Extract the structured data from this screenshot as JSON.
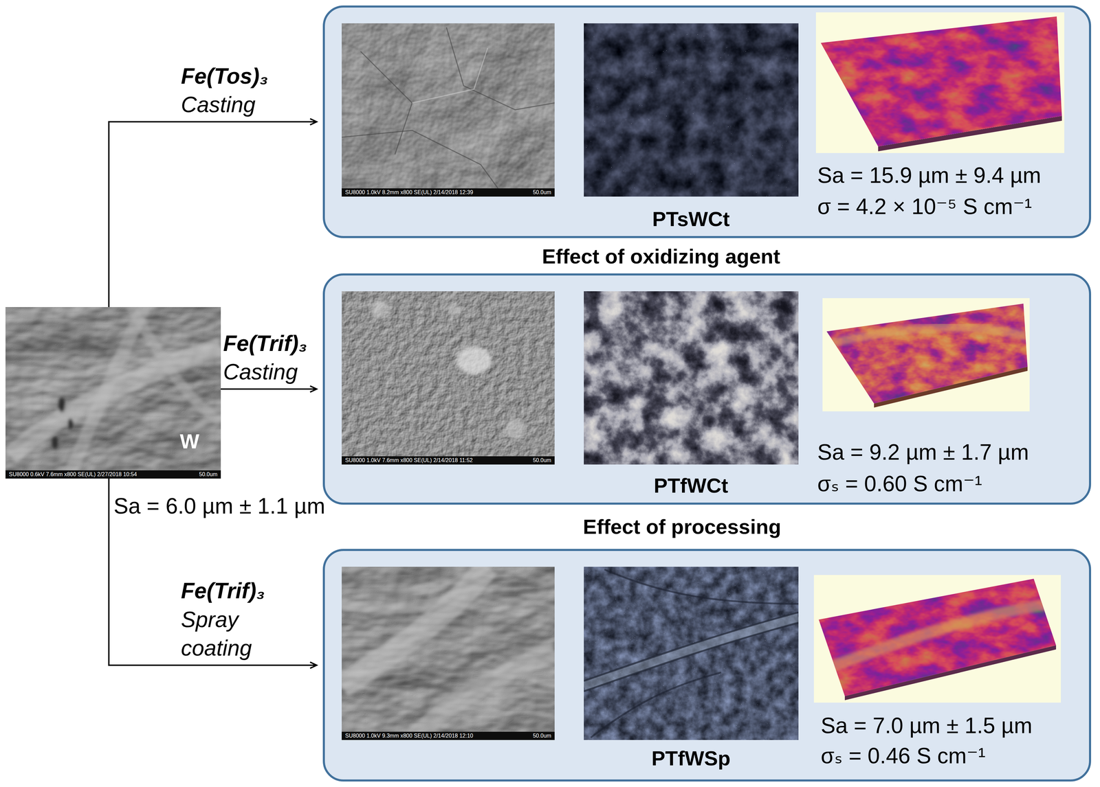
{
  "diagram": {
    "nodes": [
      {
        "text": [
          "W",
          "Sa = 6.0 µm ± 1.1 µm"
        ]
      },
      {
        "text": [
          "PTsWCt",
          "Sa = 15.9 µm ± 9.4 µm",
          "σ = 4.2 × 10⁻⁵ S cm⁻¹"
        ]
      },
      {
        "text": [
          "PTfWCt",
          "Sa = 9.2 µm ± 1.7 µm",
          "σₛ = 0.60 S cm⁻¹"
        ]
      },
      {
        "text": [
          "PTfWSp",
          "Sa = 7.0 µm ± 1.5 µm",
          "σₛ = 0.46 S cm⁻¹"
        ]
      }
    ],
    "edges": [
      {
        "from": 0,
        "to": 1,
        "arrow": "to",
        "label": "Fe(Tos)₃ Casting"
      },
      {
        "from": 0,
        "to": 2,
        "arrow": "to",
        "label": "Fe(Trif)₃ Casting"
      },
      {
        "from": 0,
        "to": 3,
        "arrow": "to",
        "label": "Fe(Trif)₃ Spray coating"
      }
    ],
    "labels": [
      "Effect of oxidizing agent",
      "Effect of processing",
      "SU8000 0.6kV 7.6mm x800 SE(UL) 2/27/2018 10:54",
      "50.0um",
      "SU8000 1.0kV 8.2mm x800 SE(UL) 2/14/2018 12:39",
      "50.0um",
      "SU8000 1.0kV 7.6mm x800 SE(UL) 2/14/2018 11:52",
      "50.0um",
      "SU8000 1.0kV 9.3mm x800 SE(UL) 2/14/2018 12:10",
      "50.0um"
    ]
  }
}
